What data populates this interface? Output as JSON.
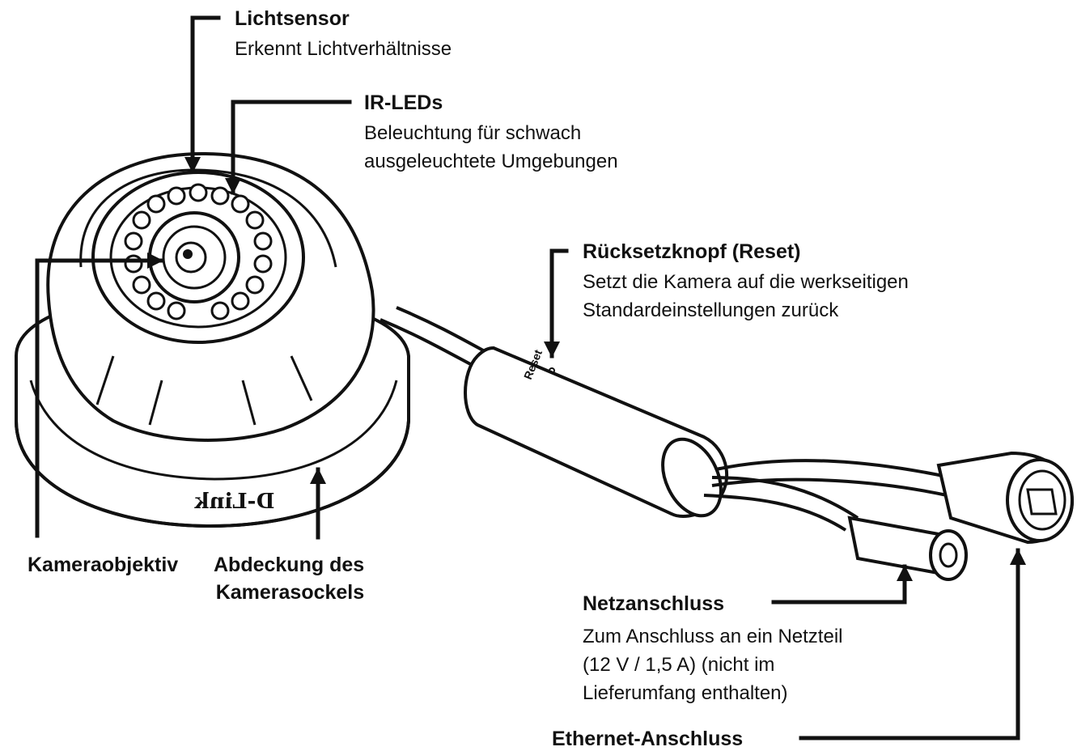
{
  "callouts": {
    "light_sensor": {
      "title": "Lichtsensor",
      "desc": [
        "Erkennt Lichtverhältnisse"
      ]
    },
    "ir_leds": {
      "title": "IR-LEDs",
      "desc": [
        "Beleuchtung für schwach",
        "ausgeleuchtete Umgebungen"
      ]
    },
    "reset": {
      "title": "Rücksetzknopf (Reset)",
      "desc": [
        "Setzt die Kamera auf die werkseitigen",
        "Standardeinstellungen zurück"
      ]
    },
    "lens": {
      "title": "Kameraobjektiv"
    },
    "base_cover": {
      "title": [
        "Abdeckung des",
        "Kamerasockels"
      ]
    },
    "power": {
      "title": "Netzanschluss",
      "desc": [
        "Zum Anschluss an ein Netzteil",
        "(12 V / 1,5 A) (nicht im",
        "Lieferumfang enthalten)"
      ]
    },
    "ethernet": {
      "title": "Ethernet-Anschluss"
    }
  },
  "device_markings": {
    "brand": "D-Link",
    "reset_label": "Reset"
  }
}
